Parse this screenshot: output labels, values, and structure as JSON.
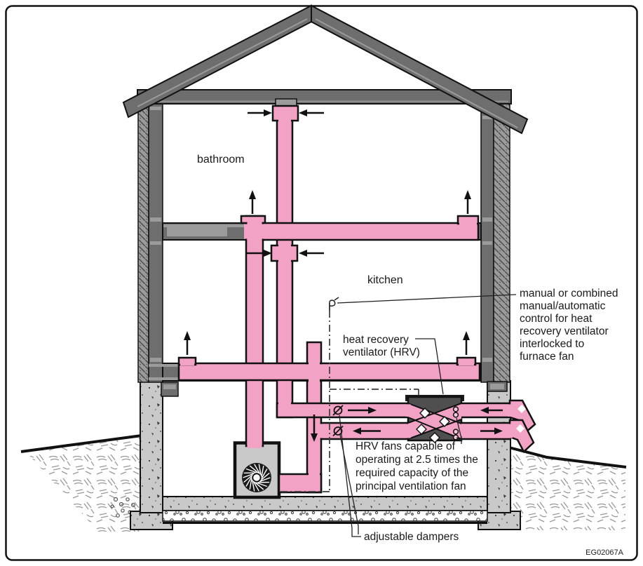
{
  "diagram": {
    "figure_code": "EG02067A",
    "rooms": {
      "bathroom": "bathroom",
      "kitchen": "kitchen"
    },
    "labels": {
      "hrv": [
        "heat recovery",
        "ventilator (HRV)"
      ],
      "control": [
        "manual or combined",
        "manual/automatic",
        "control for heat",
        "recovery ventilator",
        "interlocked to",
        "furnace fan"
      ],
      "fans": [
        "HRV fans capable of",
        "operating at 2.5 times the",
        "required capacity of the",
        "principal ventilation fan"
      ],
      "dampers": "adjustable dampers"
    },
    "colors": {
      "duct_pink": "#F2A3C5",
      "structure_gray": "#6E6E6E",
      "sheathing_gray": "#9B9B9B",
      "concrete_gray": "#C9C9C9",
      "hrv_body": "#4F4F4F",
      "outline": "#111111"
    }
  }
}
